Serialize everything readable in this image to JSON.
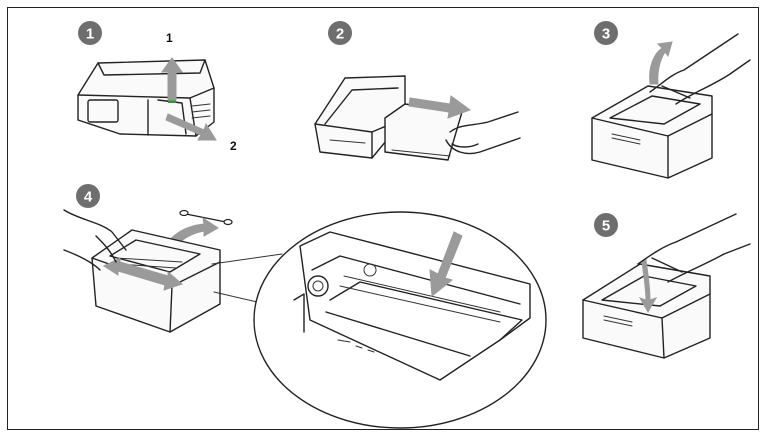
{
  "steps": [
    {
      "number": "1"
    },
    {
      "number": "2"
    },
    {
      "number": "3"
    },
    {
      "number": "4"
    },
    {
      "number": "5"
    }
  ],
  "step1": {
    "arrow_label_up": "1",
    "arrow_label_right": "2"
  },
  "colors": {
    "badge": "#6e6e6e",
    "line": "#222222",
    "arrow": "#9a9a9a",
    "highlight": "#2e9a3a",
    "frame": "#222222"
  },
  "icons": [
    "printer-icon",
    "paper-tray-icon",
    "hand-icon",
    "cotton-swab-icon",
    "arrow-icon"
  ]
}
